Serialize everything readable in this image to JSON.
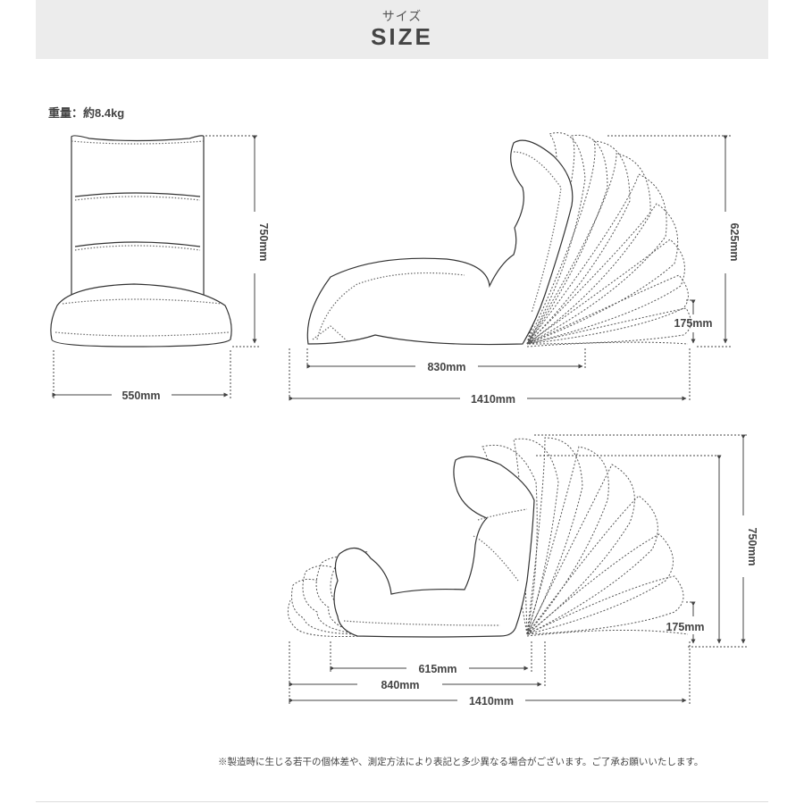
{
  "header": {
    "subtitle": "サイズ",
    "title": "SIZE"
  },
  "weight_label": "重量：約8.4kg",
  "front_view": {
    "height": "750mm",
    "width": "550mm"
  },
  "side_view": {
    "height": "625mm",
    "lowest_height": "175mm",
    "seat_depth": "830mm",
    "flat_length": "1410mm"
  },
  "side_view_2": {
    "height": "750mm",
    "lowest_height": "175mm",
    "seat_depth": "615mm",
    "depth": "840mm",
    "flat_length": "1410mm"
  },
  "note": "※製造時に生じる若干の個体差や、測定方法により表記と多少異なる場合がございます。ご了承お願いいたします。",
  "colors": {
    "header_bg": "#ececec",
    "line": "#333333",
    "dotted": "#555555"
  }
}
